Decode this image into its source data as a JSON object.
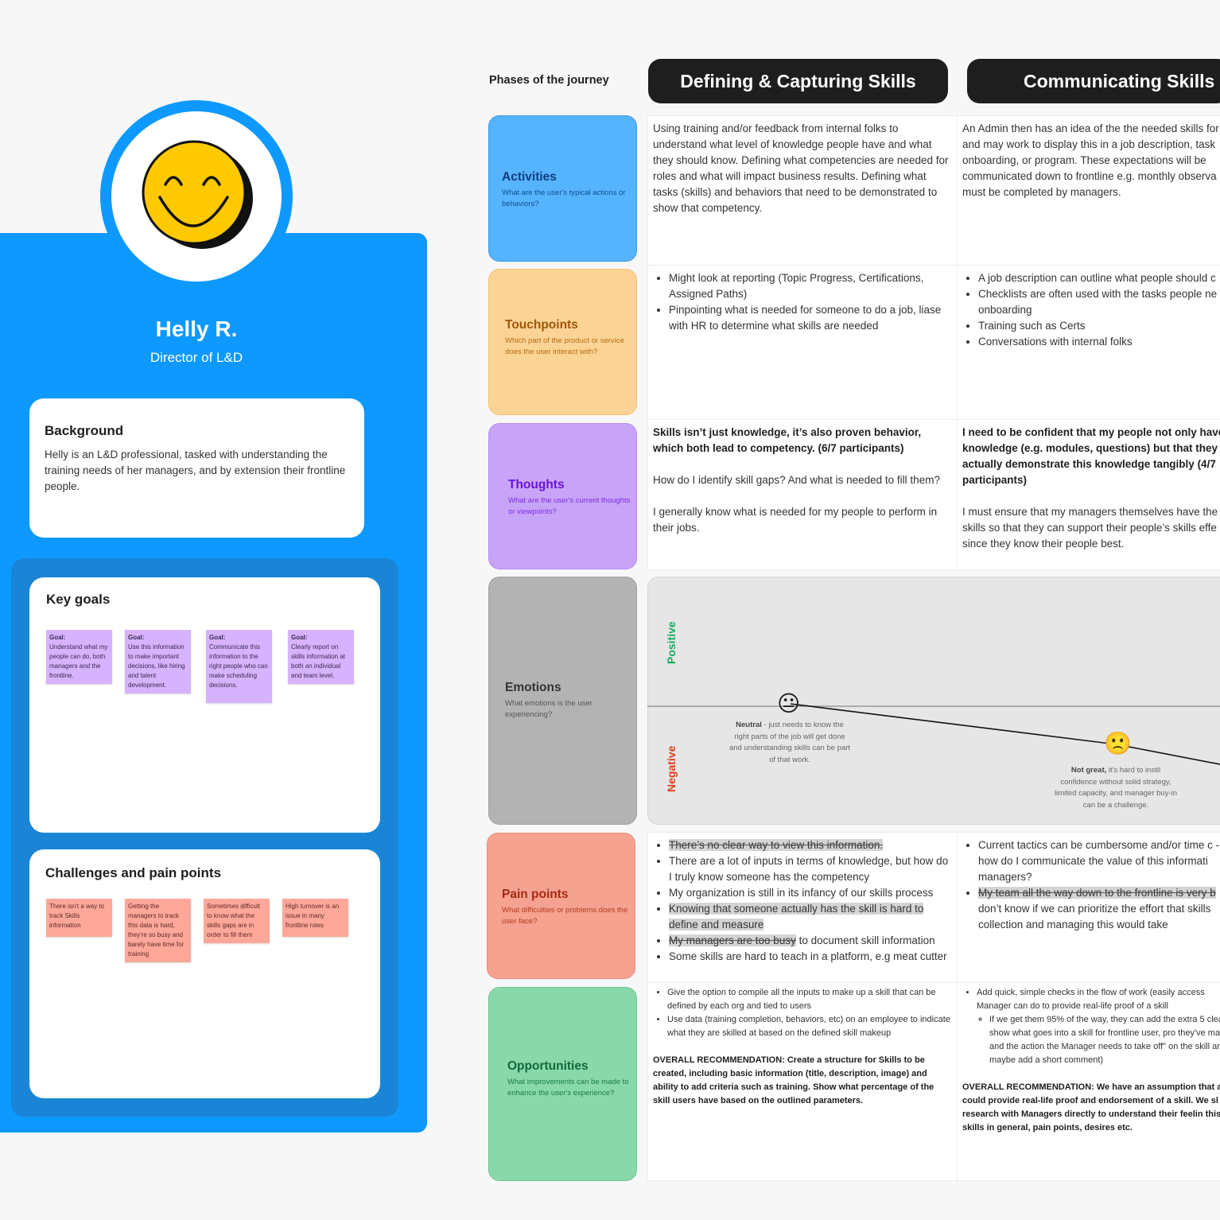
{
  "persona": {
    "name": "Helly R.",
    "role": "Director of L&D",
    "background_title": "Background",
    "background_text": "Helly is an L&D professional, tasked with understanding the training needs of her managers, and by extension their frontline people.",
    "goals_title": "Key goals",
    "goals": [
      {
        "label": "Goal:",
        "text": "Understand what my people can do, both managers and the frontline."
      },
      {
        "label": "Goal:",
        "text": "Use this information to make important decisions, like hiring and talent development."
      },
      {
        "label": "Goal:",
        "text": "Communicate this information to the right people who can make scheduling decisions."
      },
      {
        "label": "Goal:",
        "text": "Clearly report on skills information at both an individual and team level."
      }
    ],
    "challenges_title": "Challenges and pain points",
    "challenges": [
      "There isn't a way to track Skills information",
      "Getting the managers to track this data is hard, they're so busy and barely have time for training",
      "Sometimes difficult to know what the skills gaps are in order to fill them",
      "High turnover is an issue in many frontline roles"
    ],
    "avatar_icon": "smiley-face-icon"
  },
  "journey": {
    "phases_label": "Phases of the journey",
    "phases": [
      "Defining & Capturing Skills",
      "Communicating Skills"
    ],
    "rows": {
      "activities": {
        "title": "Activities",
        "subtitle": "What are the user's typical actions or behaviors?",
        "color": "#56b4ff"
      },
      "touchpoints": {
        "title": "Touchpoints",
        "subtitle": "Which part of the product or service does the user interact with?",
        "color": "#fbd495"
      },
      "thoughts": {
        "title": "Thoughts",
        "subtitle": "What are the user's current thoughts or viewpoints?",
        "color": "#c8a4f8"
      },
      "emotions": {
        "title": "Emotions",
        "subtitle": "What emotions is the user experiencing?",
        "color": "#b3b3b3"
      },
      "pain": {
        "title": "Pain points",
        "subtitle": "What difficulties or problems does the user face?",
        "color": "#f5a290"
      },
      "opportunities": {
        "title": "Opportunities",
        "subtitle": "What improvements can be made to enhance the user's experience?",
        "color": "#88d8aa"
      }
    },
    "activities": [
      "Using training and/or feedback from internal folks to understand what level of knowledge people have and what they should know. Defining what competencies are needed for roles and what will impact business results. Defining what tasks (skills) and behaviors that need to be demonstrated to show that competency.",
      "An Admin then has an idea of the the needed skills for and may work to display this in a job description, task onboarding, or program. These expectations will be communicated down to frontline e.g. monthly observa must be completed by managers."
    ],
    "touchpoints": [
      [
        "Might look at reporting (Topic Progress, Certifications, Assigned Paths)",
        "Pinpointing what is needed for someone to do a job, liase with HR to determine what skills are needed"
      ],
      [
        "A job description can outline what people should c",
        "Checklists are often used with the tasks people ne in onboarding",
        "Training such as Certs",
        "Conversations with internal folks"
      ]
    ],
    "thoughts": [
      {
        "quote": "Skills isn’t just knowledge, it’s also proven behavior, which both lead to competency. (6/7 participants)",
        "p2": "How do I identify skill gaps? And what is needed to fill them?",
        "p3": "I generally know what is needed for my people to perform in their jobs."
      },
      {
        "quote": "I need to be confident that my people not only have t knowledge (e.g. modules, questions) but that they c actually demonstrate this knowledge tangibly (4/7 participants)",
        "p2": "I must ensure that my managers themselves have the skills so that they can support their people’s skills effe since they know their people best."
      }
    ],
    "emotions_axis": {
      "positive": "Positive",
      "negative": "Negative"
    },
    "emotions_points": [
      {
        "face": "😐",
        "bold": "Neutral",
        "text": " - just needs to know the right parts of the job will get done and understanding skills can be part of that work."
      },
      {
        "face": "🙁",
        "bold": "Not great,",
        "text": " it's hard to instil confidence without solid strategy, limited capacity, and manager buy-in can be a challenge."
      }
    ],
    "pain_col1": [
      "There’s no clear way to view this information.",
      "There are a lot of inputs in terms of knowledge, but how do I truly know someone has the competency",
      "My organization is still in its infancy of our skills process",
      "Knowing that someone actually has the skill is hard to define and measure",
      "My managers are too busy",
      " to document skill information",
      "Some skills are hard to teach in a platform, e.g meat cutter"
    ],
    "pain_col2": [
      "Current tactics can be cumbersome and/or time c - how do I communicate the value of this informati managers?",
      "My team all the way down to the frontline is very b",
      " don’t know if we can prioritize the effort that skills collection and managing this would take"
    ],
    "opp_col1": {
      "bullets": [
        "Give the option to compile all the inputs to make up a skill that can be defined by each org and tied to users",
        "Use data (training completion, behaviors, etc) on an employee to indicate what they are skilled at based on the defined skill makeup"
      ],
      "rec": "OVERALL RECOMMENDATION: Create a structure for Skills to be created, including basic information (title, description, image) and ability to add criteria such as training. Show what percentage of the skill users have based on the outlined parameters."
    },
    "opp_col2": {
      "bullet": "Add quick, simple checks in the flow of work (easily access Manager can do to provide real-life proof of a skill",
      "sub": "If we get them 95% of the way, they can add the extra 5 clearly show what goes into a skill for frontline user, pro they've made, and the action the Manager needs to take off\" on the skill and maybe add a short comment)",
      "rec": "OVERALL RECOMMENDATION: We have an assumption that a could provide real-life proof and endorsement of a skill. We sl UX research with Managers directly to understand their feelin this, skills in general, pain points, desires etc."
    }
  }
}
